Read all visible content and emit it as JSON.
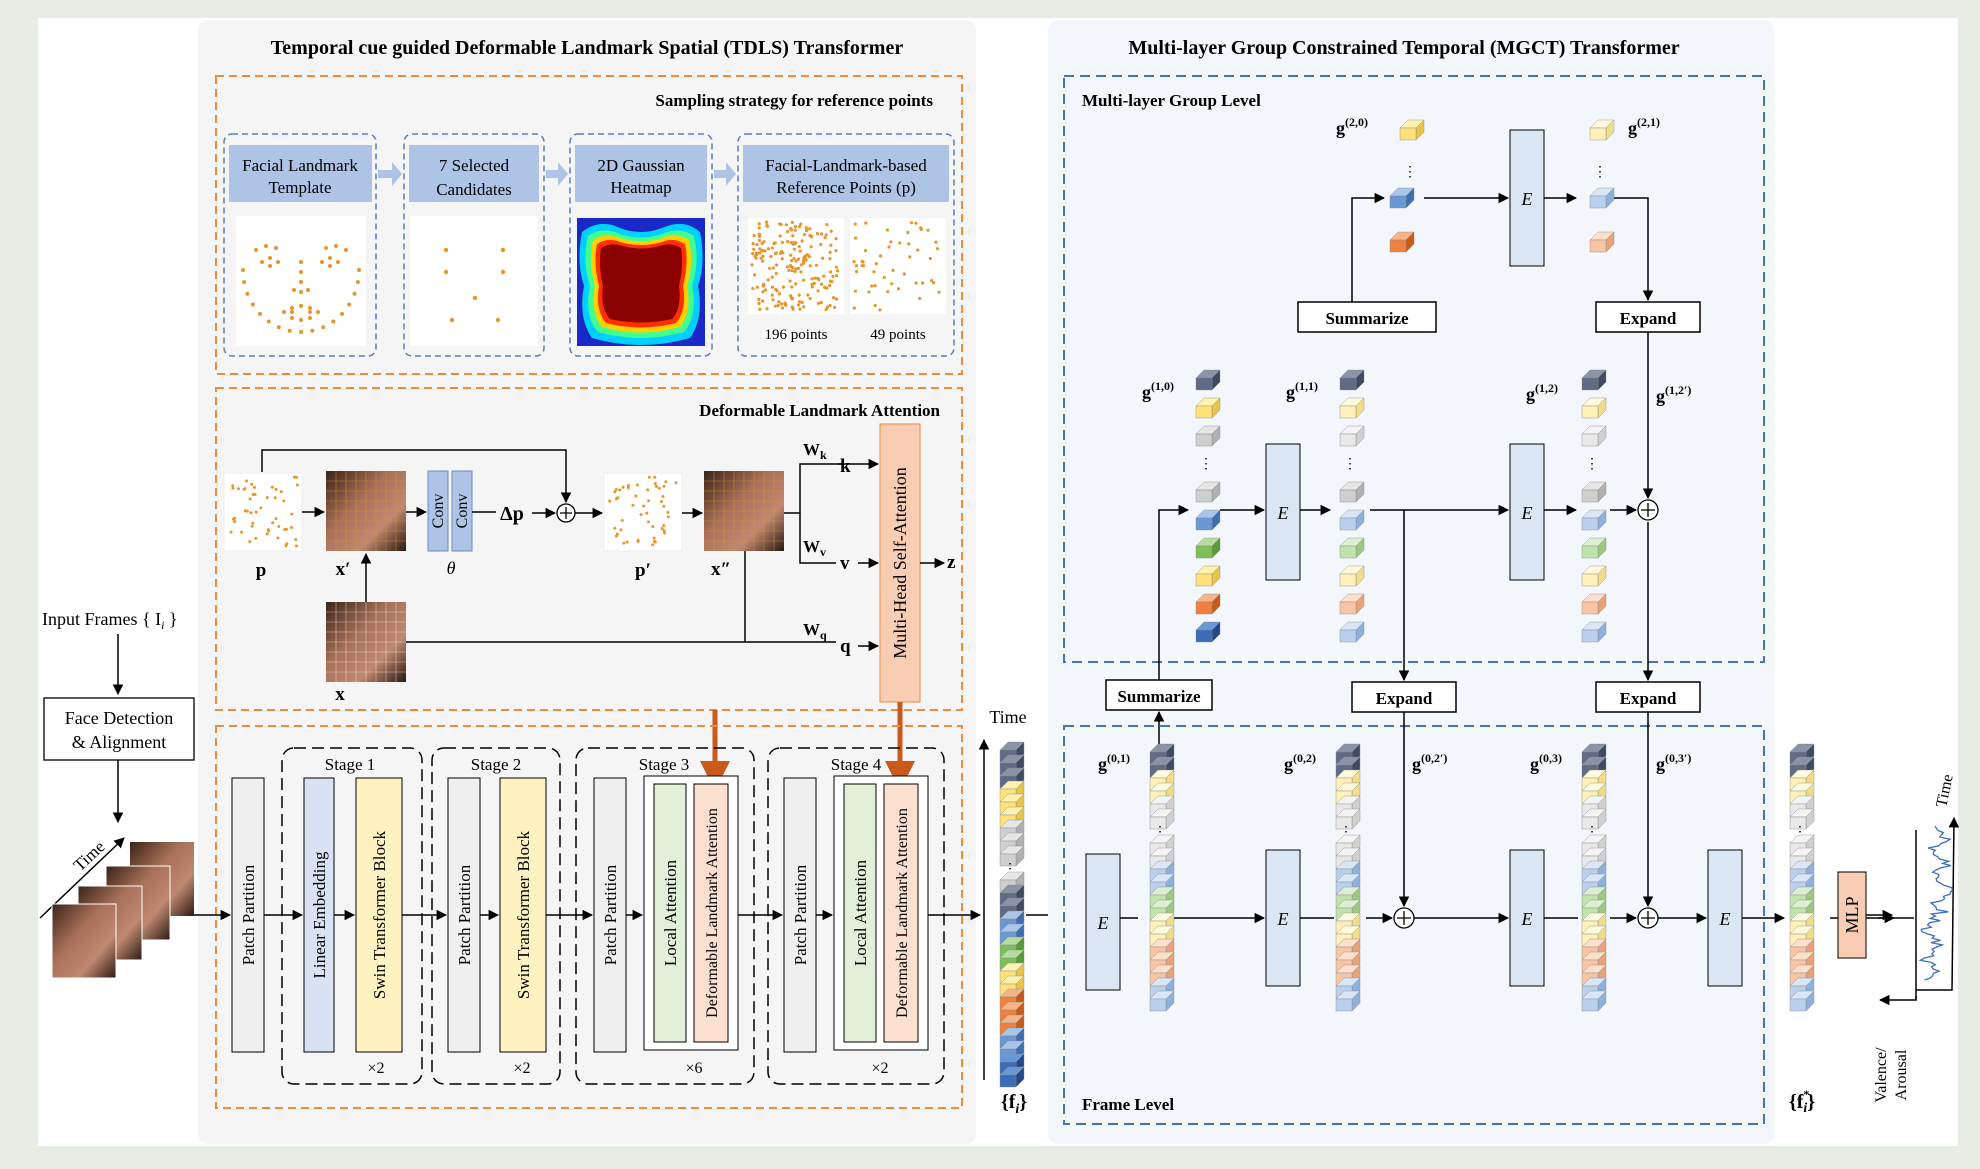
{
  "tdls": {
    "title": "Temporal cue guided Deformable Landmark Spatial (TDLS) Transformer",
    "sampling": {
      "title": "Sampling strategy for reference points",
      "box1": [
        "Facial Landmark",
        "Template"
      ],
      "box2": [
        "7 Selected",
        "Candidates"
      ],
      "box3": [
        "2D Gaussian",
        "Heatmap"
      ],
      "box4": [
        "Facial-Landmark-based",
        "Reference Points (p)"
      ],
      "pts196": "196 points",
      "pts49": "49 points"
    },
    "dla": {
      "title": "Deformable Landmark Attention",
      "conv": "Conv",
      "theta": "θ",
      "delta_p": "Δp",
      "lbl_p": "p",
      "lbl_xprime": "x′",
      "lbl_pprime": "p′",
      "lbl_xdprime": "x″",
      "lbl_x": "x",
      "wk": "W",
      "wk_sub": "k",
      "wv": "W",
      "wv_sub": "v",
      "wq": "W",
      "wq_sub": "q",
      "k": "k",
      "v": "v",
      "q": "q",
      "mhsa": "Multi-Head Self-Attention",
      "z": "z"
    },
    "backbone": {
      "patch_partition": "Patch Partition",
      "linear_embedding": "Linear Embedding",
      "swin_block": "Swin Transformer Block",
      "local_attention": "Local Attention",
      "dla_block": "Deformable Landmark Attention",
      "stage1": "Stage 1",
      "stage2": "Stage 2",
      "stage3": "Stage 3",
      "stage4": "Stage 4",
      "rep1": "×2",
      "rep2": "×2",
      "rep3": "×6",
      "rep4": "×2"
    }
  },
  "left": {
    "input_frames": "Input Frames { I",
    "input_sub": "i",
    "input_close": " }",
    "face_det": [
      "Face Detection",
      "& Alignment"
    ],
    "time": "Time"
  },
  "mid": {
    "time": "Time",
    "fi": "{f",
    "fi_sub": "i",
    "fi_close": "}"
  },
  "mgct": {
    "title": "Multi-layer  Group Constrained Temporal (MGCT) Transformer",
    "group_level": "Multi-layer Group Level",
    "frame_level": "Frame Level",
    "e": "E",
    "summarize": "Summarize",
    "expand": "Expand",
    "g20": "(2,0)",
    "g21": "(2,1)",
    "g10": "(1,0)",
    "g11": "(1,1)",
    "g12": "(1,2)",
    "g12p": "(1,2′)",
    "g01": "(0,1)",
    "g02": "(0,2)",
    "g02p": "(0,2′)",
    "g03": "(0,3)",
    "g03p": "(0,3′)",
    "g": "g"
  },
  "out": {
    "fstar": "{f",
    "fstar_sup": "*",
    "fstar_sub": "i",
    "fstar_close": "}",
    "mlp": "MLP",
    "time": "Time",
    "va": [
      "Valence/",
      "Arousal"
    ]
  }
}
